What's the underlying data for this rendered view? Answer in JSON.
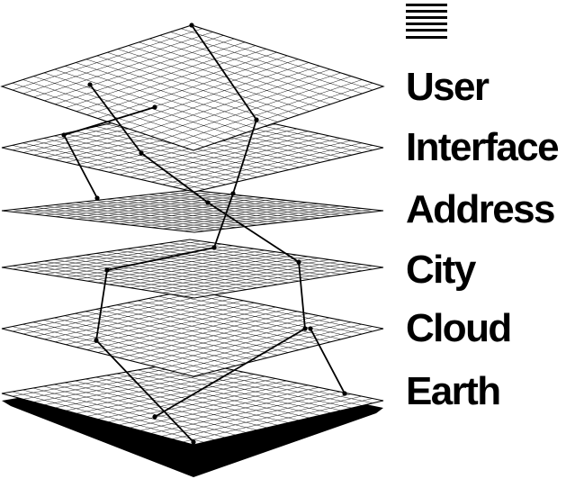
{
  "menu_icon": "hamburger-menu-icon",
  "colors": {
    "ink": "#000000",
    "background": "#ffffff"
  },
  "layers": [
    {
      "label": "User"
    },
    {
      "label": "Interface"
    },
    {
      "label": "Address"
    },
    {
      "label": "City"
    },
    {
      "label": "Cloud"
    },
    {
      "label": "Earth"
    }
  ]
}
